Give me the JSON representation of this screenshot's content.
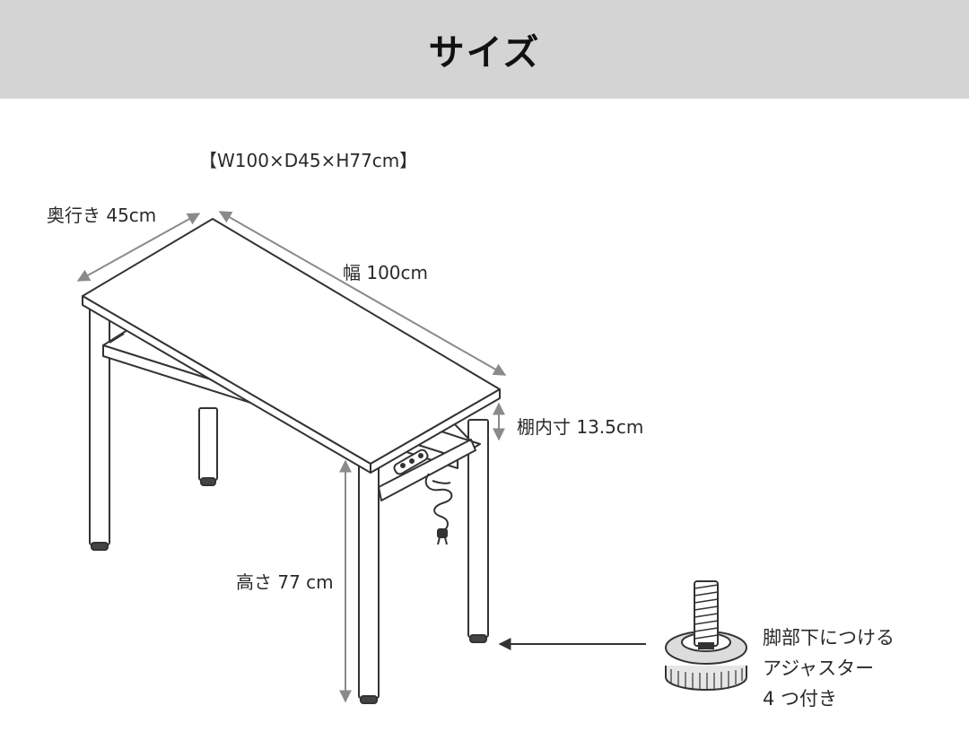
{
  "title": "サイズ",
  "dimensions_summary": "【W100×D45×H77cm】",
  "labels": {
    "depth": "奥行き 45cm",
    "width": "幅 100cm",
    "shelf_height": "棚内寸 13.5cm",
    "height": "高さ 77 cm",
    "adjuster_line1": "脚部下につける",
    "adjuster_line2": "アジャスター",
    "adjuster_line3": "4 つ付き"
  },
  "colors": {
    "band": "#d4d4d4",
    "arrow": "#8a8a8a",
    "line": "#333333"
  }
}
